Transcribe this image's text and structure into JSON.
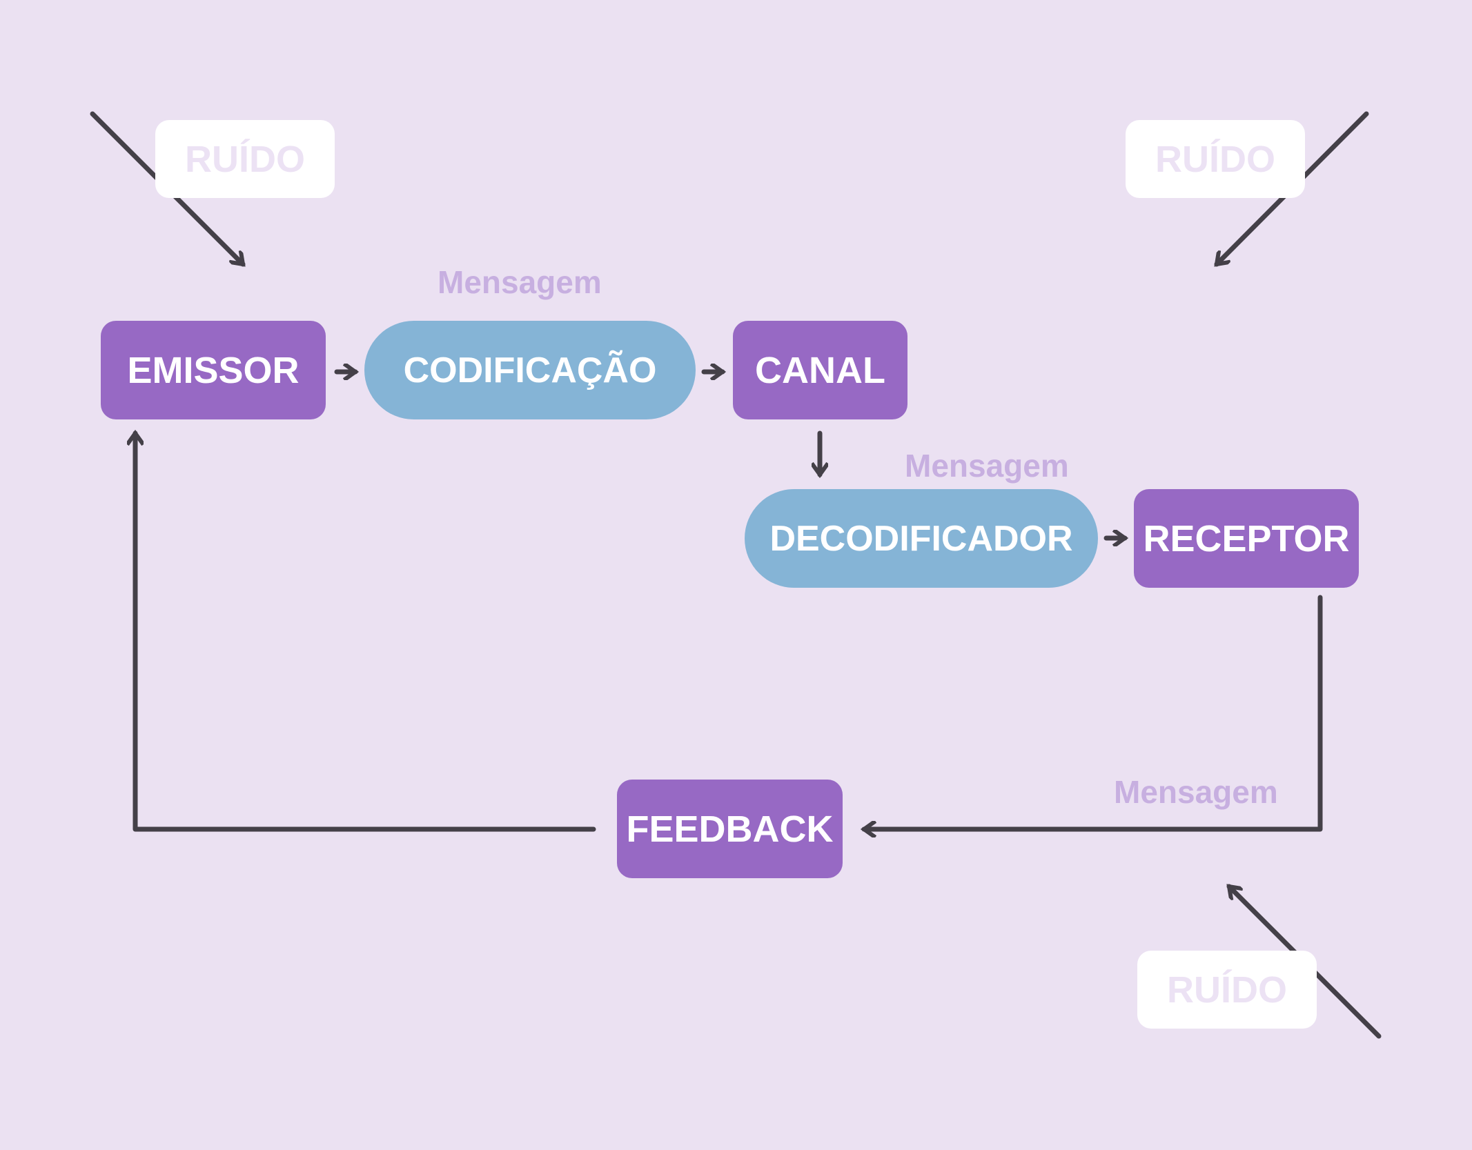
{
  "colors": {
    "background": "#ebe1f2",
    "node_purple": "#9769c4",
    "node_blue": "#85b4d6",
    "connector": "#444048",
    "label_muted": "#c7afe0",
    "noise_text": "#ece2f4",
    "noise_fill": "#ffffff"
  },
  "nodes": {
    "emissor": "EMISSOR",
    "codificacao": "CODIFICAÇÃO",
    "canal": "CANAL",
    "decodificador": "DECODIFICADOR",
    "receptor": "RECEPTOR",
    "feedback": "FEEDBACK"
  },
  "messages": {
    "top": "Mensagem",
    "middle": "Mensagem",
    "bottom": "Mensagem"
  },
  "noise": {
    "top_left": "RUÍDO",
    "top_right": "RUÍDO",
    "bottom_right": "RUÍDO"
  }
}
